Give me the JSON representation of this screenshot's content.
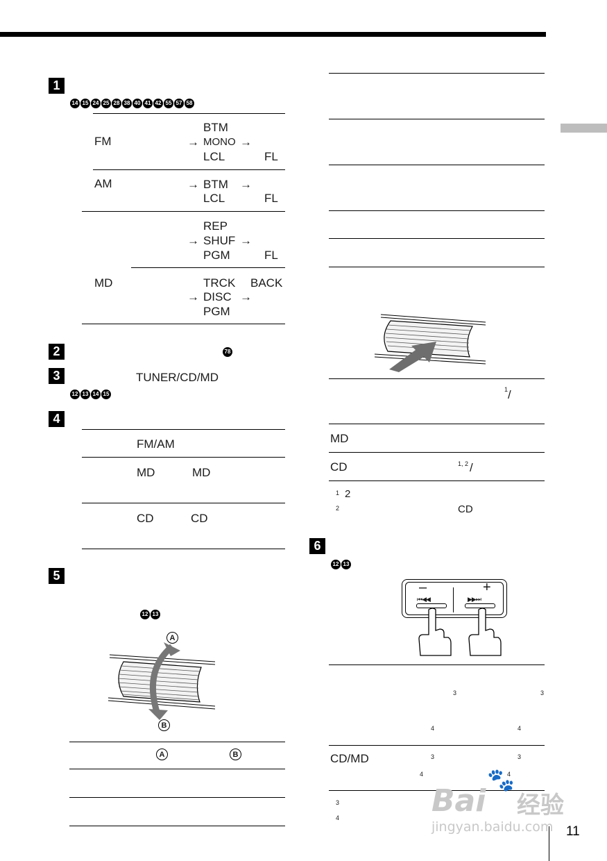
{
  "page_number": "11",
  "left": {
    "step1": {
      "label": "1",
      "badges": [
        "14",
        "15",
        "24",
        "25",
        "28",
        "38",
        "40",
        "41",
        "42",
        "55",
        "57",
        "58"
      ],
      "fm": {
        "source": "FM",
        "btm": "BTM",
        "mono": "MONO",
        "lcl": "LCL",
        "fl": "FL"
      },
      "am": {
        "source": "AM",
        "btm": "BTM",
        "lcl": "LCL",
        "fl": "FL"
      },
      "md_a": {
        "rep": "REP",
        "shuf": "SHUF",
        "pgm": "PGM",
        "fl": "FL"
      },
      "md_b": {
        "source": "MD",
        "trck": "TRCK",
        "back": "BACK",
        "disc": "DISC",
        "pgm": "PGM"
      }
    },
    "step2": {
      "label": "2",
      "badge": "78"
    },
    "step3": {
      "label": "3",
      "text": "TUNER/CD/MD",
      "badges": [
        "12",
        "13",
        "14",
        "15"
      ]
    },
    "step4": {
      "label": "4",
      "fmam": "FM/AM",
      "md1": "MD",
      "md2": "MD",
      "cd1": "CD",
      "cd2": "CD"
    },
    "step5": {
      "label": "5",
      "badges": [
        "12",
        "13"
      ],
      "mark_a": "A",
      "mark_b": "B",
      "row_a": "A",
      "row_b": "B"
    }
  },
  "right": {
    "sup1": "1",
    "md": "MD",
    "cd": "CD",
    "sup12": "1, 2",
    "fn1_mark": "1",
    "fn1_text": "2",
    "fn2_mark": "2",
    "fn2_cd": "CD",
    "step6": {
      "label": "6",
      "badges": [
        "12",
        "13"
      ],
      "minus": "–",
      "plus": "+",
      "rew": "⏮◀◀",
      "ff": "▶▶⏭"
    },
    "s3a": "3",
    "s3b": "3",
    "s4a": "4",
    "s4b": "4",
    "cdmd": "CD/MD",
    "s3c": "3",
    "s3d": "3",
    "s4c": "4",
    "s4d": "4",
    "fn3": "3",
    "fn4": "4"
  },
  "watermark": {
    "brand": "Bai",
    "paw": "🐾",
    "cn": "经验",
    "url": "jingyan.baidu.com"
  }
}
